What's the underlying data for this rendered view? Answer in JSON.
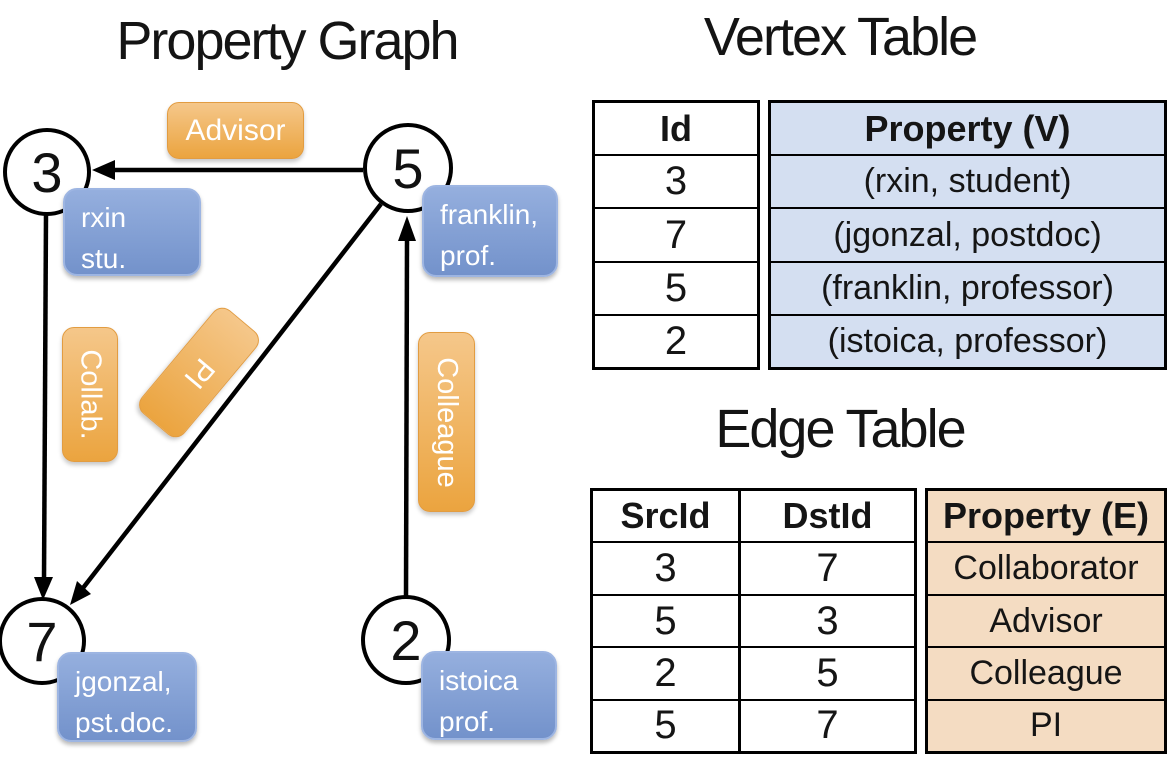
{
  "graph": {
    "title": "Property Graph",
    "vertices": [
      {
        "id": "3",
        "line1": "rxin",
        "line2": "stu."
      },
      {
        "id": "5",
        "line1": "franklin,",
        "line2": "prof."
      },
      {
        "id": "7",
        "line1": "jgonzal,",
        "line2": "pst.doc."
      },
      {
        "id": "2",
        "line1": "istoica",
        "line2": "prof."
      }
    ],
    "edge_labels": {
      "advisor": "Advisor",
      "collab": "Collab.",
      "pi": "PI",
      "colleague": "Colleague"
    }
  },
  "vertex_table": {
    "title": "Vertex Table",
    "col_id": "Id",
    "col_property": "Property (V)",
    "rows": [
      {
        "id": "3",
        "property": "(rxin, student)"
      },
      {
        "id": "7",
        "property": "(jgonzal, postdoc)"
      },
      {
        "id": "5",
        "property": "(franklin, professor)"
      },
      {
        "id": "2",
        "property": "(istoica, professor)"
      }
    ]
  },
  "edge_table": {
    "title": "Edge Table",
    "col_src": "SrcId",
    "col_dst": "DstId",
    "col_property": "Property (E)",
    "rows": [
      {
        "src": "3",
        "dst": "7",
        "property": "Collaborator"
      },
      {
        "src": "5",
        "dst": "3",
        "property": "Advisor"
      },
      {
        "src": "2",
        "dst": "5",
        "property": "Colleague"
      },
      {
        "src": "5",
        "dst": "7",
        "property": "PI"
      }
    ]
  },
  "colors": {
    "edge_label_orange_top": "#f5c78a",
    "edge_label_orange_bottom": "#eba43f",
    "vertex_box_blue_top": "#95afde",
    "vertex_box_blue_bottom": "#7392cb",
    "vertex_table_fill": "#d4dff1",
    "edge_table_fill": "#f4dcc2",
    "line_color": "#000000"
  }
}
